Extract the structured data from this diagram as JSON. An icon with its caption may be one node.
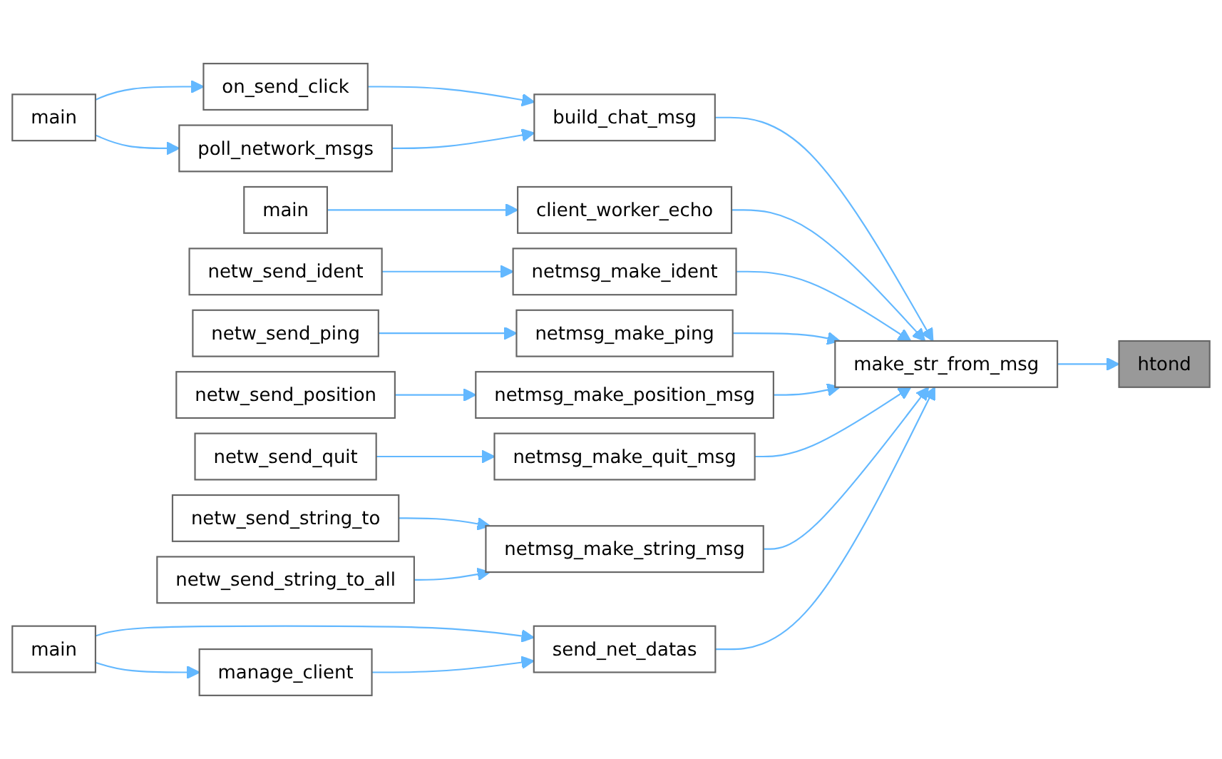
{
  "diagram": {
    "nodes": [
      {
        "text": [
          "main"
        ]
      },
      {
        "text": [
          "on_send_click"
        ]
      },
      {
        "text": [
          "poll_network_msgs"
        ]
      },
      {
        "text": [
          "build_chat_msg"
        ]
      },
      {
        "text": [
          "main"
        ]
      },
      {
        "text": [
          "client_worker_echo"
        ]
      },
      {
        "text": [
          "netw_send_ident"
        ]
      },
      {
        "text": [
          "netmsg_make_ident"
        ]
      },
      {
        "text": [
          "netw_send_ping"
        ]
      },
      {
        "text": [
          "netmsg_make_ping"
        ]
      },
      {
        "text": [
          "make_str_from_msg"
        ]
      },
      {
        "text": [
          "htond"
        ]
      },
      {
        "text": [
          "netw_send_position"
        ]
      },
      {
        "text": [
          "netmsg_make_position_msg"
        ]
      },
      {
        "text": [
          "netw_send_quit"
        ]
      },
      {
        "text": [
          "netmsg_make_quit_msg"
        ]
      },
      {
        "text": [
          "netw_send_string_to"
        ]
      },
      {
        "text": [
          "netmsg_make_string_msg"
        ]
      },
      {
        "text": [
          "netw_send_string_to_all"
        ]
      },
      {
        "text": [
          "send_net_datas"
        ]
      },
      {
        "text": [
          "main"
        ]
      },
      {
        "text": [
          "manage_client"
        ]
      }
    ],
    "edges": [
      {
        "from": 0,
        "to": 1,
        "arrow": "to"
      },
      {
        "from": 0,
        "to": 2,
        "arrow": "to"
      },
      {
        "from": 1,
        "to": 3,
        "arrow": "to"
      },
      {
        "from": 2,
        "to": 3,
        "arrow": "to"
      },
      {
        "from": 4,
        "to": 5,
        "arrow": "to"
      },
      {
        "from": 6,
        "to": 7,
        "arrow": "to"
      },
      {
        "from": 8,
        "to": 9,
        "arrow": "to"
      },
      {
        "from": 3,
        "to": 10,
        "arrow": "to"
      },
      {
        "from": 5,
        "to": 10,
        "arrow": "to"
      },
      {
        "from": 7,
        "to": 10,
        "arrow": "to"
      },
      {
        "from": 9,
        "to": 10,
        "arrow": "to"
      },
      {
        "from": 10,
        "to": 11,
        "arrow": "to"
      },
      {
        "from": 12,
        "to": 13,
        "arrow": "to"
      },
      {
        "from": 13,
        "to": 10,
        "arrow": "to"
      },
      {
        "from": 14,
        "to": 15,
        "arrow": "to"
      },
      {
        "from": 15,
        "to": 10,
        "arrow": "to"
      },
      {
        "from": 16,
        "to": 17,
        "arrow": "to"
      },
      {
        "from": 18,
        "to": 17,
        "arrow": "to"
      },
      {
        "from": 17,
        "to": 10,
        "arrow": "to"
      },
      {
        "from": 19,
        "to": 10,
        "arrow": "to"
      },
      {
        "from": 20,
        "to": 19,
        "arrow": "to"
      },
      {
        "from": 20,
        "to": 21,
        "arrow": "to"
      },
      {
        "from": 21,
        "to": 19,
        "arrow": "to"
      }
    ]
  }
}
